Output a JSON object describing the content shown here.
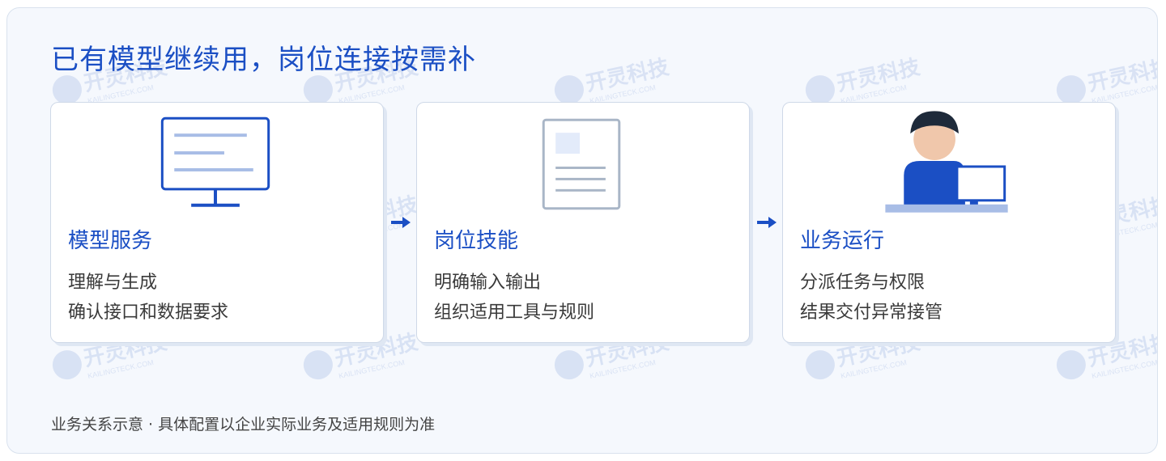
{
  "title": "已有模型继续用，岗位连接按需补",
  "watermark": {
    "brand": "开灵科技",
    "domain": "KAILINGTECK.COM"
  },
  "colors": {
    "accent": "#1b4fc4",
    "card_border": "#cfd9e8",
    "background": "#f5f8fd",
    "illustration_light": "#a8bde6"
  },
  "cards": [
    {
      "icon": "monitor-icon",
      "title": "模型服务",
      "lines": [
        "理解与生成",
        "确认接口和数据要求"
      ]
    },
    {
      "icon": "document-icon",
      "title": "岗位技能",
      "lines": [
        "明确输入输出",
        "组织适用工具与规则"
      ]
    },
    {
      "icon": "person-at-computer-icon",
      "title": "业务运行",
      "lines": [
        "分派任务与权限",
        "结果交付异常接管"
      ]
    }
  ],
  "footnote": "业务关系示意 · 具体配置以企业实际业务及适用规则为准"
}
